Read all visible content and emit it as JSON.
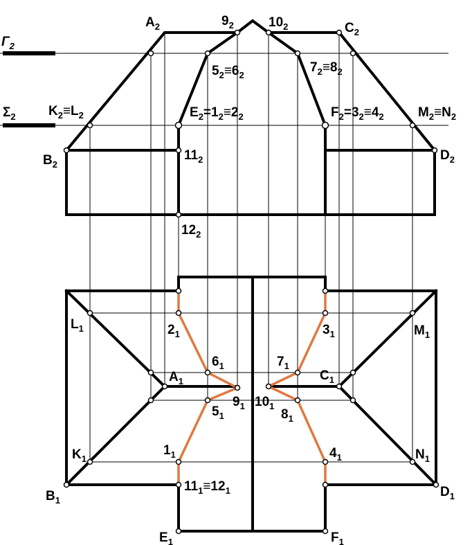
{
  "planes": {
    "gamma": {
      "name": "Γ",
      "sub": "2"
    },
    "sigma": {
      "name": "Σ",
      "sub": "2"
    }
  },
  "labels_front": {
    "A2": {
      "main": "A",
      "sub": "2"
    },
    "n9_2": {
      "main": "9",
      "sub": "2"
    },
    "n10_2": {
      "main": "10",
      "sub": "2"
    },
    "C2": {
      "main": "C",
      "sub": "2"
    },
    "n5_6_2": {
      "parts": [
        [
          "5",
          "2"
        ],
        [
          "≡6",
          "2"
        ]
      ]
    },
    "n7_8_2": {
      "parts": [
        [
          "7",
          "2"
        ],
        [
          "≡8",
          "2"
        ]
      ]
    },
    "KL2": {
      "parts": [
        [
          "K",
          "2"
        ],
        [
          "≡L",
          "2"
        ]
      ]
    },
    "E12_2": {
      "parts": [
        [
          "E",
          "2"
        ],
        [
          "=1",
          "2"
        ],
        [
          "≡2",
          "2"
        ]
      ]
    },
    "F34_2": {
      "parts": [
        [
          "F",
          "2"
        ],
        [
          "=3",
          "2"
        ],
        [
          "≡4",
          "2"
        ]
      ]
    },
    "MN2": {
      "parts": [
        [
          "M",
          "2"
        ],
        [
          "≡N",
          "2"
        ]
      ]
    },
    "B2": {
      "main": "B",
      "sub": "2"
    },
    "D2": {
      "main": "D",
      "sub": "2"
    },
    "n11_2": {
      "main": "11",
      "sub": "2"
    },
    "n12_2": {
      "main": "12",
      "sub": "2"
    }
  },
  "labels_top": {
    "L1": {
      "main": "L",
      "sub": "1"
    },
    "M1": {
      "main": "M",
      "sub": "1"
    },
    "n2_1": {
      "main": "2",
      "sub": "1"
    },
    "n3_1": {
      "main": "3",
      "sub": "1"
    },
    "n6_1": {
      "main": "6",
      "sub": "1"
    },
    "n7_1": {
      "main": "7",
      "sub": "1"
    },
    "A1": {
      "main": "A",
      "sub": "1"
    },
    "C1": {
      "main": "C",
      "sub": "1"
    },
    "n9_1": {
      "main": "9",
      "sub": "1"
    },
    "n10_1": {
      "main": "10",
      "sub": "1"
    },
    "n5_1": {
      "main": "5",
      "sub": "1"
    },
    "n8_1": {
      "main": "8",
      "sub": "1"
    },
    "K1": {
      "main": "K",
      "sub": "1"
    },
    "N1": {
      "main": "N",
      "sub": "1"
    },
    "n1_1": {
      "main": "1",
      "sub": "1"
    },
    "n4_1": {
      "main": "4",
      "sub": "1"
    },
    "B1": {
      "main": "B",
      "sub": "1"
    },
    "D1": {
      "main": "D",
      "sub": "1"
    },
    "n11_12_1": {
      "parts": [
        [
          "11",
          "1"
        ],
        [
          "≡12",
          "1"
        ]
      ]
    },
    "E1": {
      "main": "E",
      "sub": "1"
    },
    "F1": {
      "main": "F",
      "sub": "1"
    }
  }
}
